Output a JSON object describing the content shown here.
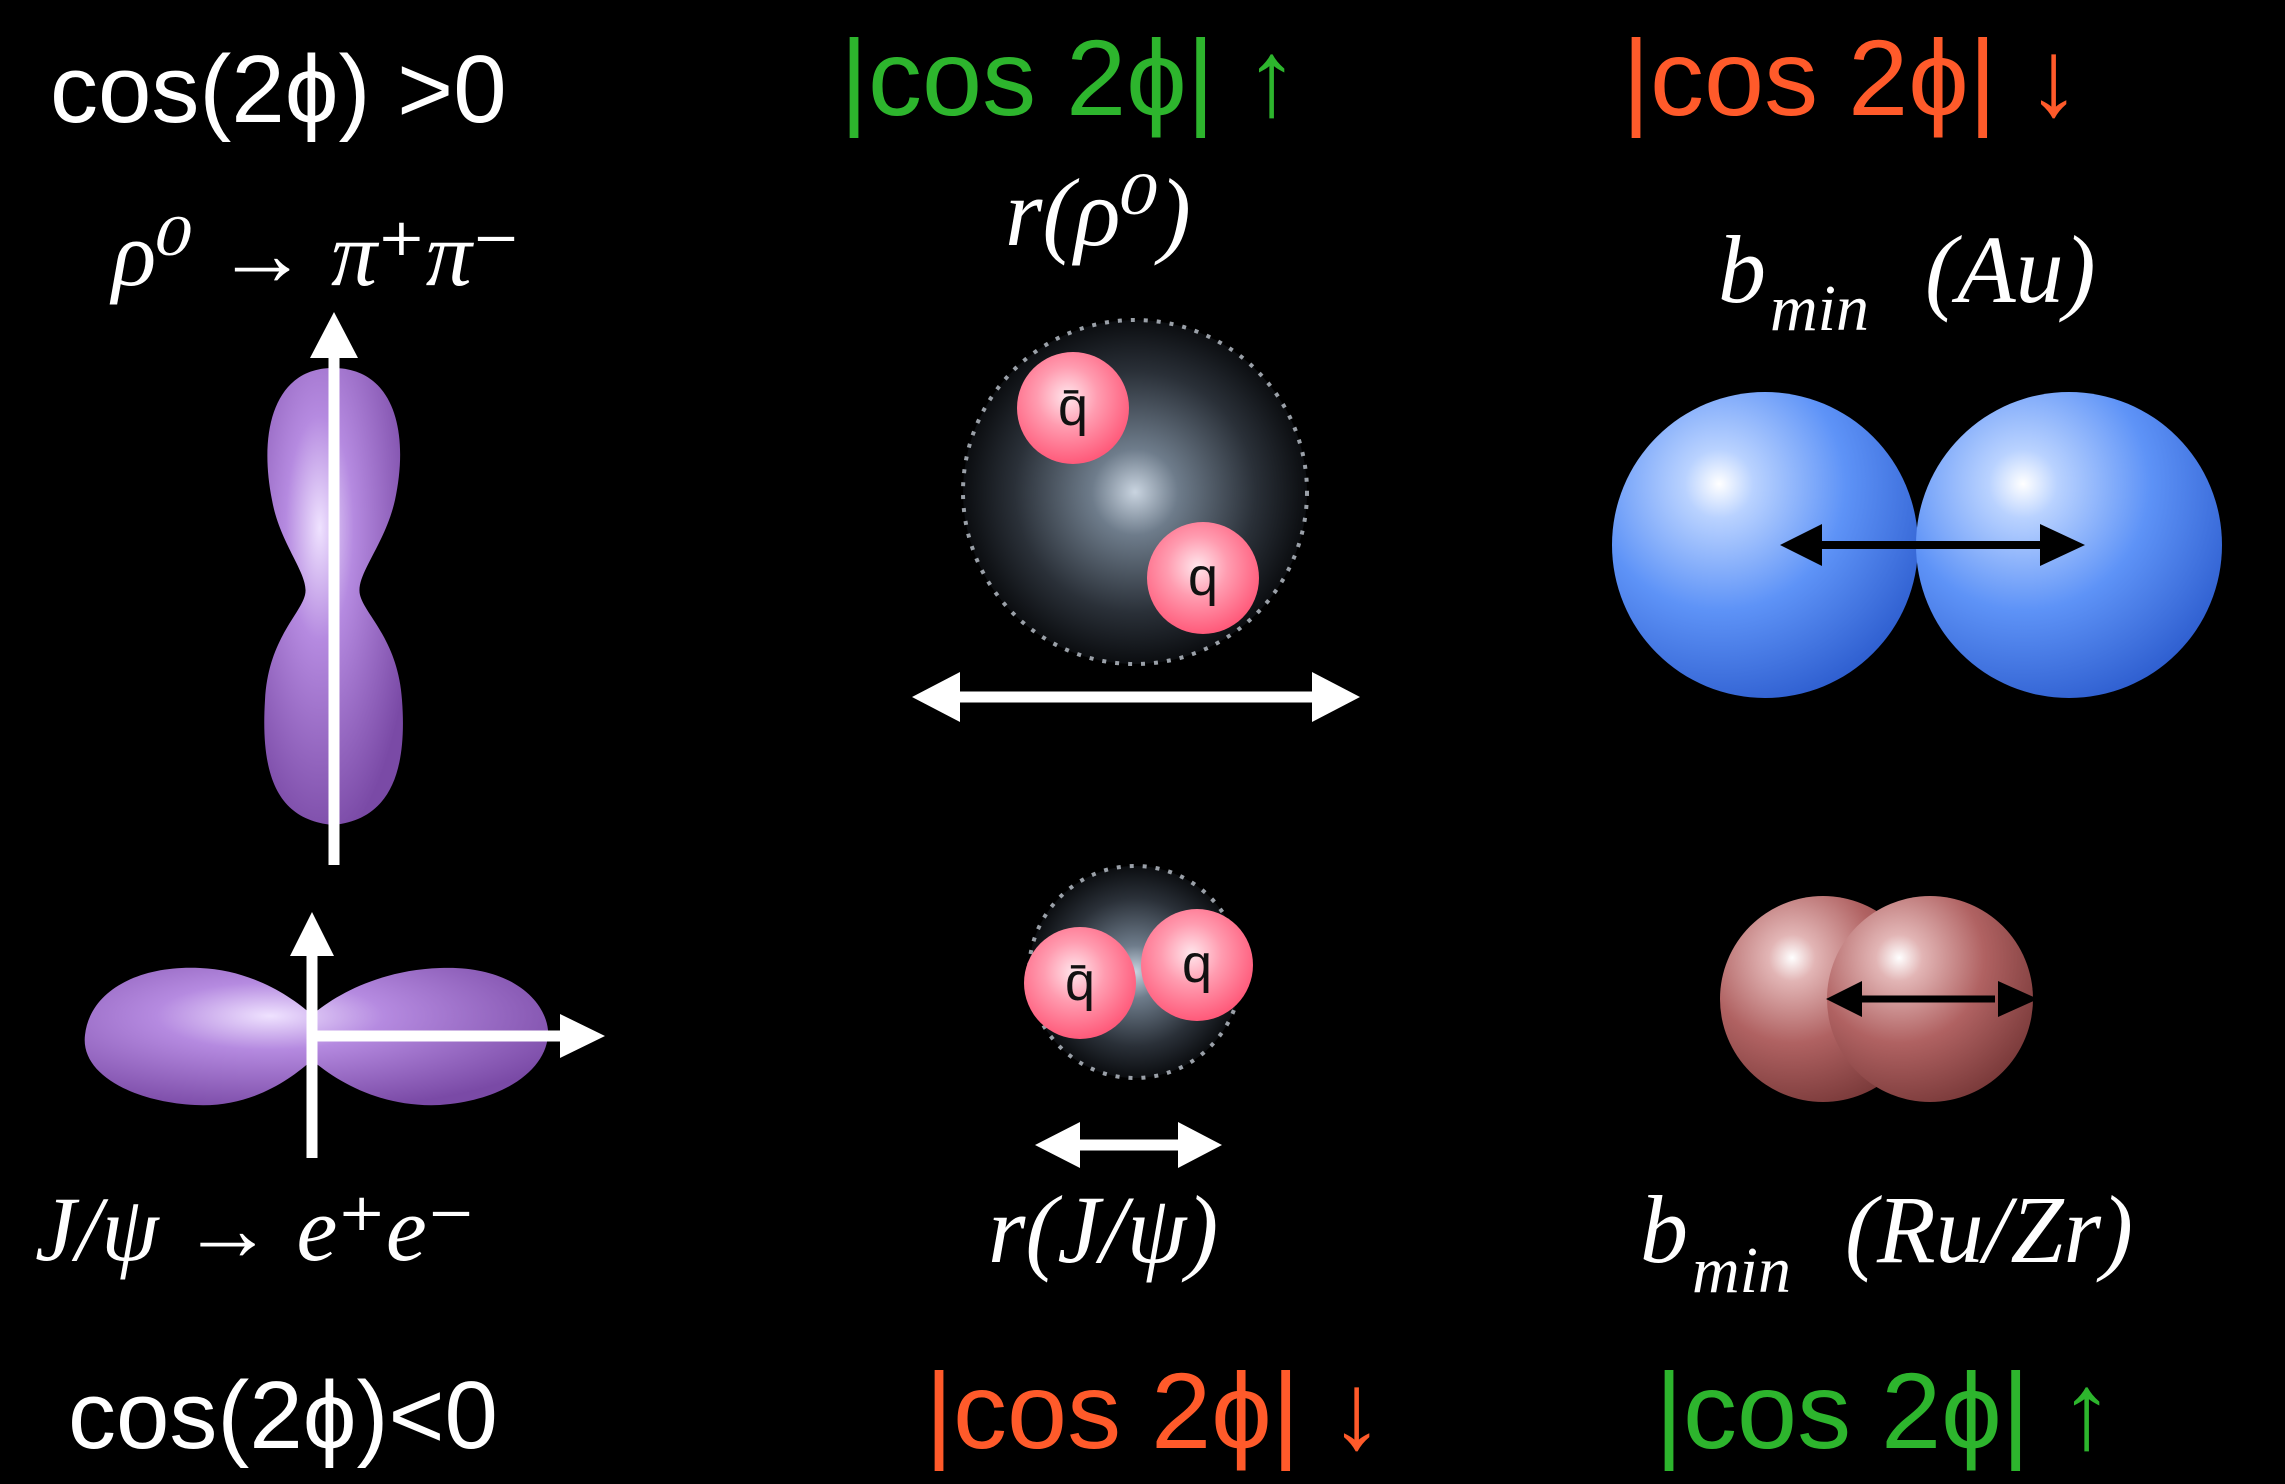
{
  "labels": {
    "cos_pos": "cos(2ϕ) >0",
    "cos_neg": "cos(2ϕ)<0",
    "rho_decay": "ρ⁰ → π⁺π⁻",
    "jpsi_decay": "J/ψ → e⁺e⁻",
    "r_rho": "r(ρ⁰)",
    "r_jpsi": "r(J/ψ)",
    "b_au_main": "b",
    "b_au_sub": "min",
    "b_au_arg": "(Au)",
    "b_ru_main": "b",
    "b_ru_sub": "min",
    "b_ru_arg": "(Ru/Zr)",
    "cos_mid_top": "|cos 2ϕ| ↑",
    "cos_right_top": "|cos 2ϕ| ↓",
    "cos_mid_bottom": "|cos 2ϕ| ↓",
    "cos_right_bottom": "|cos 2ϕ| ↑",
    "qbar": "q̄",
    "q": "q"
  },
  "colors": {
    "background": "#000000",
    "green": "#2db52d",
    "red": "#ff5a2a",
    "white": "#ffffff",
    "purple": "#a36fd0",
    "blue": "#5b8ff5",
    "brownred": "#b06262",
    "quark_pink": "#ff7f95"
  }
}
